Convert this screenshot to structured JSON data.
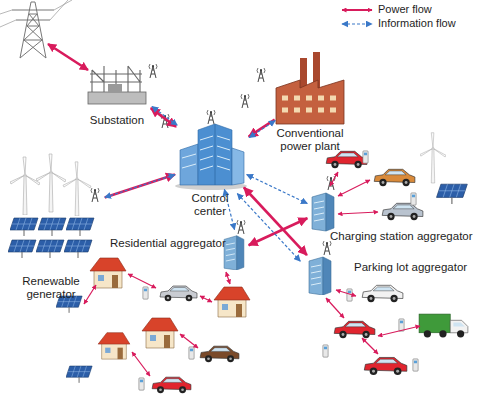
{
  "diagram": {
    "nodes": [
      {
        "text": [
          "Substation"
        ]
      },
      {
        "text": [
          "Conventional power plant"
        ]
      },
      {
        "text": [
          "Control center"
        ]
      },
      {
        "text": [
          "Renewable generator"
        ]
      },
      {
        "text": [
          "Residential aggregator"
        ]
      },
      {
        "text": [
          "Charging station aggregator"
        ]
      },
      {
        "text": [
          "Parking lot aggregator"
        ]
      }
    ],
    "edges": [
      {
        "from": 0,
        "to": 2,
        "arrow": "both"
      },
      {
        "from": 1,
        "to": 2,
        "arrow": "to"
      },
      {
        "from": 3,
        "to": 2,
        "arrow": "to"
      },
      {
        "from": 2,
        "to": 6,
        "arrow": "both"
      },
      {
        "from": 4,
        "to": 5,
        "arrow": "both"
      },
      {
        "from": 2,
        "to": 0,
        "arrow": "both"
      },
      {
        "from": 2,
        "to": 1,
        "arrow": "both"
      },
      {
        "from": 2,
        "to": 3,
        "arrow": "both"
      },
      {
        "from": 2,
        "to": 4,
        "arrow": "both"
      },
      {
        "from": 2,
        "to": 5,
        "arrow": "both"
      },
      {
        "from": 2,
        "to": 6,
        "arrow": "both"
      }
    ],
    "legend": [
      {
        "text": "Power flow"
      },
      {
        "text": "Information flow"
      }
    ]
  }
}
